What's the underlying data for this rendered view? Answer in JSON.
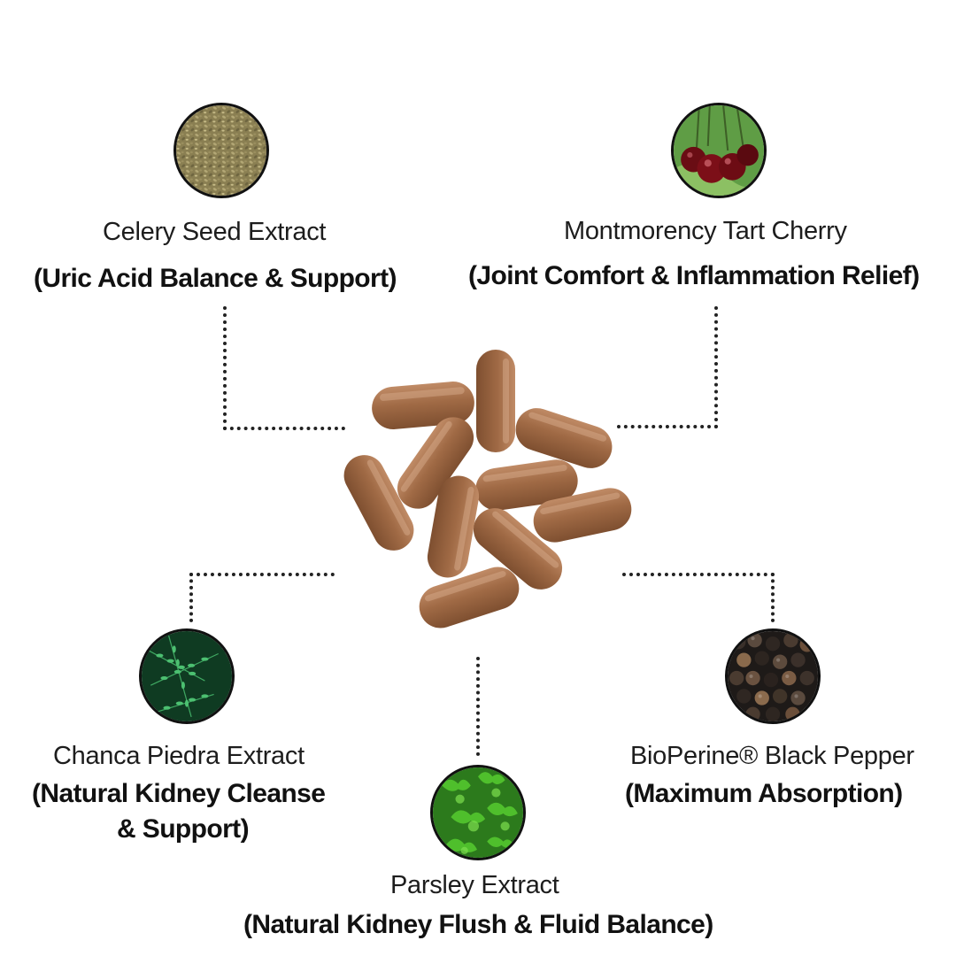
{
  "ingredients": {
    "celery": {
      "name": "Celery Seed Extract",
      "benefit": "(Uric Acid Balance & Support)",
      "icon": "celery-seed-icon"
    },
    "cherry": {
      "name": "Montmorency Tart Cherry",
      "benefit": "(Joint Comfort & Inflammation Relief)",
      "icon": "cherry-icon"
    },
    "chanca": {
      "name": "Chanca Piedra Extract",
      "benefit_line1": "(Natural Kidney Cleanse",
      "benefit_line2": "& Support)",
      "icon": "chanca-piedra-leaf-icon"
    },
    "parsley": {
      "name": "Parsley Extract",
      "benefit": "(Natural Kidney Flush & Fluid Balance)",
      "icon": "parsley-icon"
    },
    "pepper": {
      "name": "BioPerine® Black Pepper",
      "benefit": "(Maximum Absorption)",
      "icon": "black-pepper-icon"
    }
  },
  "colors": {
    "capsule": "#a06a45",
    "capsule_highlight": "#c89574",
    "text": "#111111",
    "border": "#111111"
  }
}
